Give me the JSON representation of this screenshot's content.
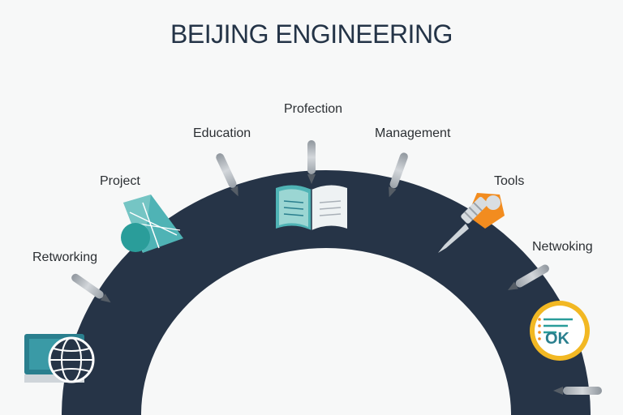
{
  "title": "BEIJING ENGINEERING",
  "labels": {
    "reworking": "Retworking",
    "project": "Project",
    "education": "Education",
    "profection": "Profection",
    "management": "Management",
    "tools": "Tools",
    "netwoking": "Netwoking"
  },
  "badge_text": "OK",
  "colors": {
    "arc": "#263447",
    "teal": "#2a9d9a",
    "orange": "#f28c1f",
    "yellow": "#f2b823",
    "pen": "#a9b0b7",
    "background": "#f7f8f8"
  },
  "icons": [
    "monitor-globe-icon",
    "kite-icon",
    "open-book-icon",
    "wrench-screwdriver-icon",
    "ok-badge-icon"
  ]
}
